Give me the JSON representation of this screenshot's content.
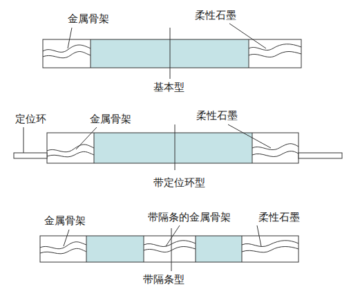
{
  "diagram": {
    "labels": [
      "金属骨架",
      "柔性石墨",
      "基本型",
      "定位环",
      "金属骨架",
      "柔性石墨",
      "带定位环型",
      "金属骨架",
      "带隔条的金属骨架",
      "柔性石墨",
      "带隔条型"
    ]
  }
}
